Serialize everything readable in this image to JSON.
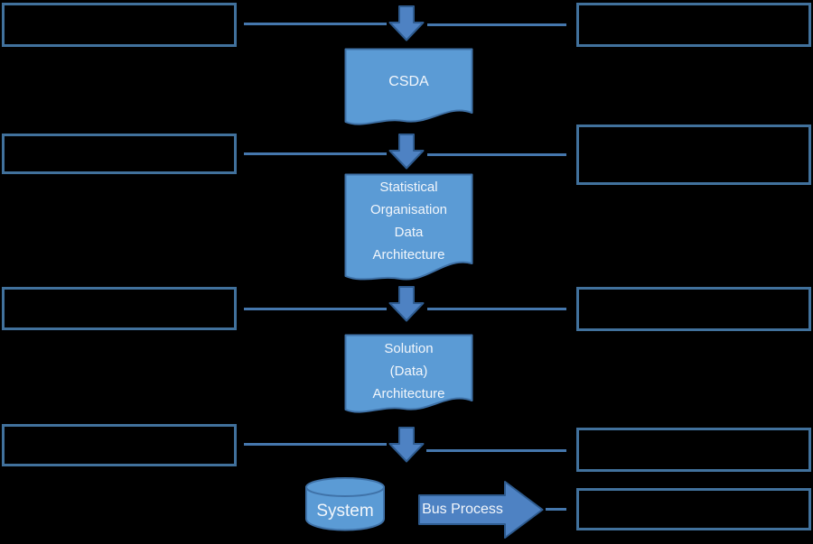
{
  "diagram": {
    "background_color": "#000000",
    "colors": {
      "shape_fill": "#5b9bd5",
      "shape_border": "#3f72a8",
      "outline_box_border": "#41719c",
      "arrow_fill": "#4e82c3",
      "arrow_border": "#2e5b8f",
      "connector_line": "#4577ad",
      "label_text": "#ffffff"
    },
    "documents": [
      {
        "name": "csda",
        "lines": [
          "CSDA"
        ]
      },
      {
        "name": "statistical-organisation-data-architecture",
        "lines": [
          "Statistical",
          "Organisation",
          "Data",
          "Architecture"
        ]
      },
      {
        "name": "solution-data-architecture",
        "lines": [
          "Solution",
          "(Data)",
          "Architecture"
        ]
      }
    ],
    "database": {
      "label": "System"
    },
    "process_arrow": {
      "label": "Bus Process"
    },
    "left_boxes": [
      {
        "label": ""
      },
      {
        "label": ""
      },
      {
        "label": ""
      },
      {
        "label": ""
      }
    ],
    "right_boxes": [
      {
        "label": ""
      },
      {
        "label": ""
      },
      {
        "label": ""
      },
      {
        "label": ""
      },
      {
        "label": ""
      }
    ]
  }
}
